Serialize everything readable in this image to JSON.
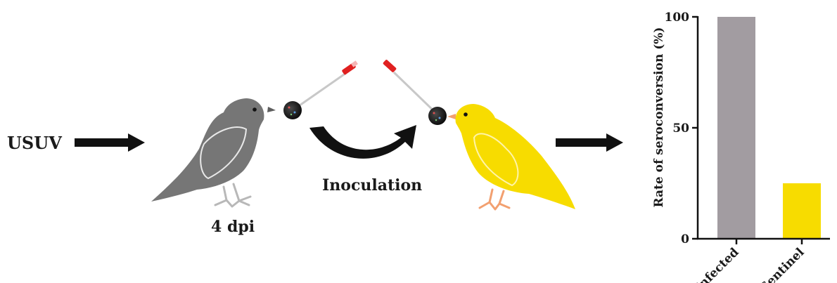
{
  "labels": {
    "virus": "USUV",
    "time_point": "4 dpi",
    "procedure": "Inoculation"
  },
  "colors": {
    "infected_bird": "#777777",
    "sentinel_bird": "#f7dc00",
    "infected_bar": "#a29ca1",
    "sentinel_bar": "#f7dc00",
    "arrow": "#111111",
    "swab_tip": "#e02020"
  },
  "icons": [
    "right-arrow-icon",
    "infected-bird-icon",
    "sentinel-bird-icon",
    "swab-icon",
    "curved-arrow-icon"
  ],
  "chart_data": {
    "type": "bar",
    "categories": [
      "Infected",
      "Sentinel"
    ],
    "values": [
      100,
      25
    ],
    "ylabel": "Rate of seroconversion (%)",
    "ylim": [
      0,
      100
    ],
    "yticks": [
      "0",
      "50",
      "100"
    ],
    "grid": false,
    "legend": "none"
  }
}
